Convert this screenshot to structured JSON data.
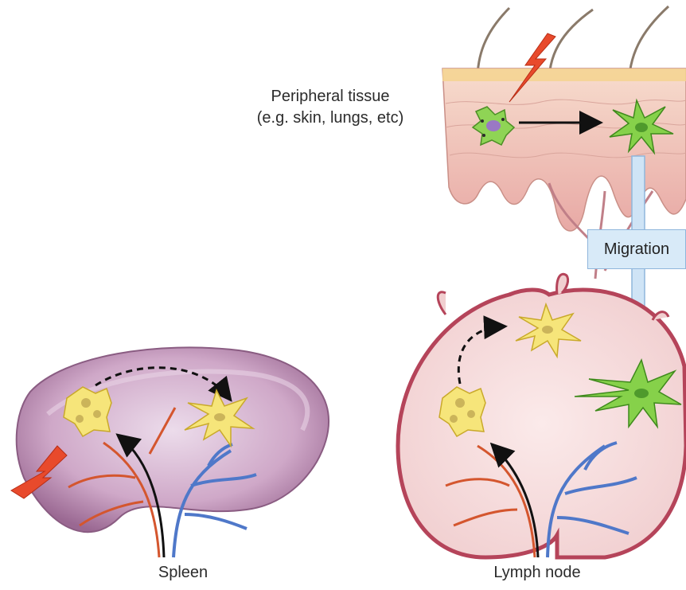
{
  "labels": {
    "peripheral_tissue_line1": "Peripheral tissue",
    "peripheral_tissue_line2": "(e.g. skin, lungs, etc)",
    "migration": "Migration",
    "spleen": "Spleen",
    "lymph_node": "Lymph node"
  },
  "colors": {
    "spleen_fill": "#b07fa6",
    "lymph_node_fill": "#f6dcdc",
    "lymph_node_border": "#b5445a",
    "skin_fill": "#f0c9bf",
    "artery": "#d4562e",
    "vein": "#4f78c9",
    "immature_dc": "#f6e57a",
    "mature_dc": "#86d14a",
    "danger_signal": "#e84a2c",
    "migration_arrow": "#cfe4f6"
  }
}
